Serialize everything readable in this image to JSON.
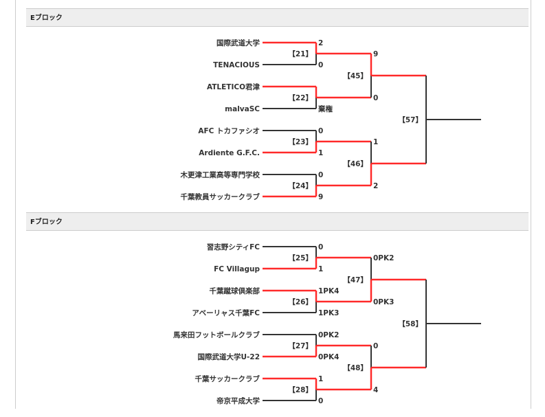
{
  "colors": {
    "win": "#ff2a2a",
    "line": "#333333"
  },
  "blocks": [
    {
      "title": "Eブロック",
      "final_match": "【57】",
      "semis": [
        {
          "match": "【45】",
          "scores": [
            "9",
            "0"
          ],
          "winner": 0,
          "quarters": [
            {
              "match": "【21】",
              "teams": [
                "国際武道大学",
                "TENACIOUS"
              ],
              "scores": [
                "2",
                "0"
              ],
              "winner": 0
            },
            {
              "match": "【22】",
              "teams": [
                "ATLETICO君津",
                "malvaSC"
              ],
              "scores": [
                "",
                "棄権"
              ],
              "winner": 0
            }
          ]
        },
        {
          "match": "【46】",
          "scores": [
            "1",
            "2"
          ],
          "winner": 1,
          "quarters": [
            {
              "match": "【23】",
              "teams": [
                "AFC トカファシオ",
                "Ardiente G.F.C."
              ],
              "scores": [
                "0",
                "1"
              ],
              "winner": 1
            },
            {
              "match": "【24】",
              "teams": [
                "木更津工業高等専門学校",
                "千葉教員サッカークラブ"
              ],
              "scores": [
                "0",
                "9"
              ],
              "winner": 1
            }
          ]
        }
      ]
    },
    {
      "title": "Fブロック",
      "final_match": "【58】",
      "semis": [
        {
          "match": "【47】",
          "scores": [
            "0PK2",
            "0PK3"
          ],
          "winner": 1,
          "quarters": [
            {
              "match": "【25】",
              "teams": [
                "習志野シティFC",
                "FC Villagup"
              ],
              "scores": [
                "0",
                "1"
              ],
              "winner": 1
            },
            {
              "match": "【26】",
              "teams": [
                "千葉蹴球倶楽部",
                "アベーリャス千葉FC"
              ],
              "scores": [
                "1PK4",
                "1PK3"
              ],
              "winner": 0
            }
          ]
        },
        {
          "match": "【48】",
          "scores": [
            "0",
            "4"
          ],
          "winner": 1,
          "quarters": [
            {
              "match": "【27】",
              "teams": [
                "馬来田フットボールクラブ",
                "国際武道大学U-22"
              ],
              "scores": [
                "0PK2",
                "0PK4"
              ],
              "winner": 1
            },
            {
              "match": "【28】",
              "teams": [
                "千葉サッカークラブ",
                "帝京平成大学"
              ],
              "scores": [
                "1",
                "0"
              ],
              "winner": 0
            }
          ]
        }
      ]
    }
  ]
}
